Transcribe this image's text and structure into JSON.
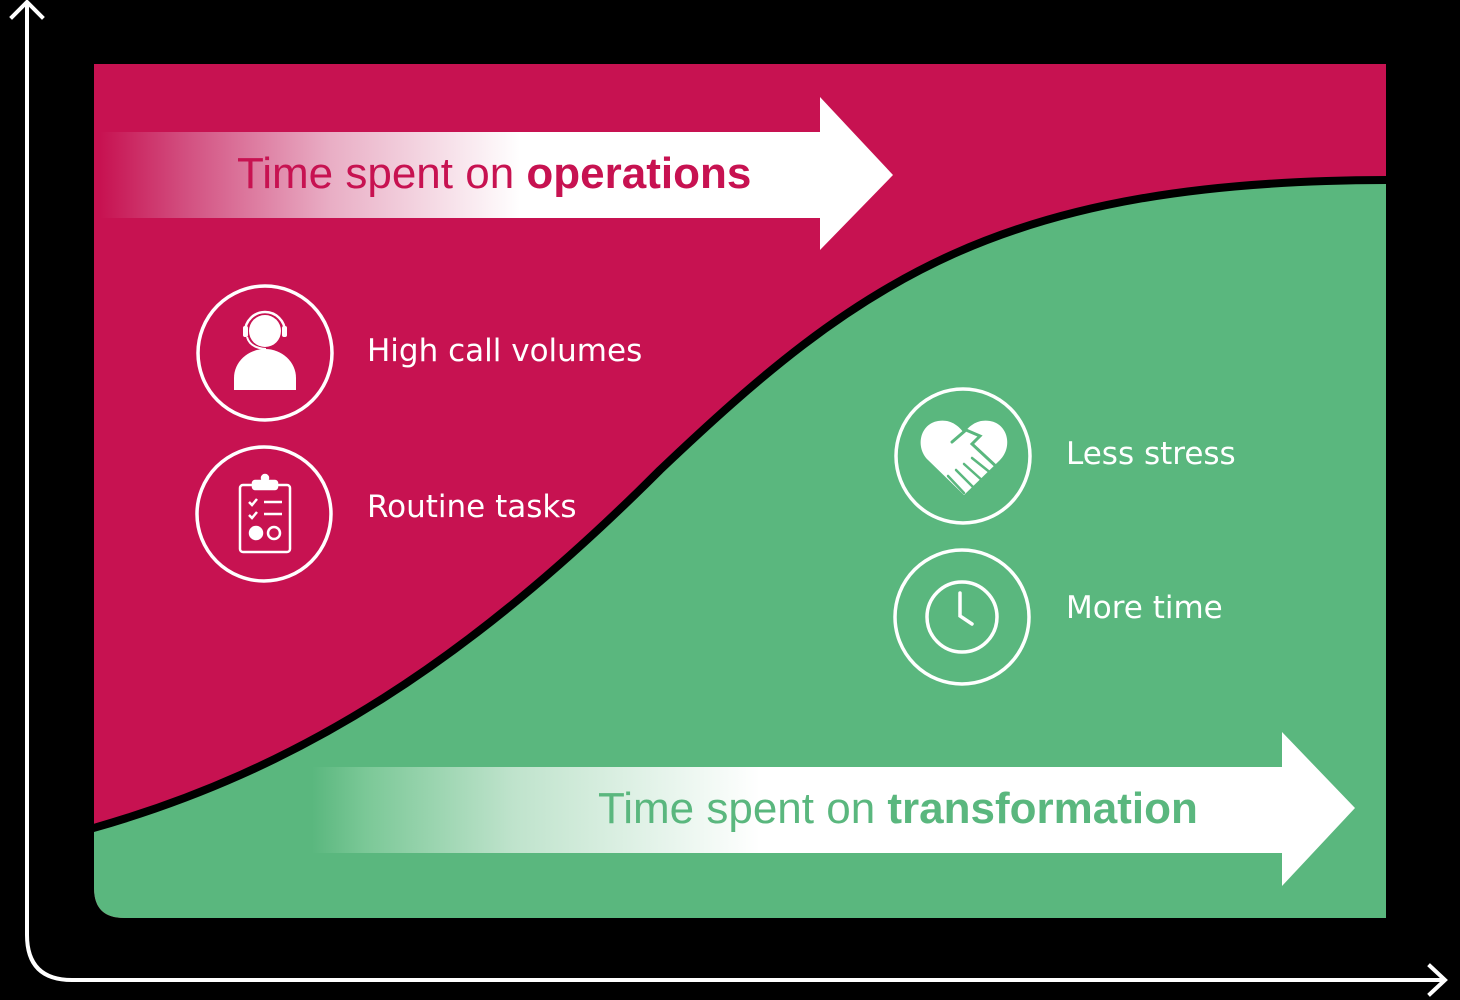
{
  "colors": {
    "background": "#000000",
    "operations": "#C71251",
    "transformation": "#5AB77E",
    "axis": "#FFFFFF",
    "curve": "#000000"
  },
  "axes": {
    "y_axis": "vertical-arrow-up",
    "x_axis": "horizontal-arrow-right"
  },
  "operations_arrow": {
    "prefix": "Time spent on ",
    "emphasis": "operations"
  },
  "transformation_arrow": {
    "prefix": "Time spent on ",
    "emphasis": "transformation"
  },
  "operations_items": [
    {
      "icon": "headset-agent-icon",
      "label": "High call volumes"
    },
    {
      "icon": "clipboard-checklist-icon",
      "label": "Routine tasks"
    }
  ],
  "transformation_items": [
    {
      "icon": "heart-handshake-icon",
      "label": "Less stress"
    },
    {
      "icon": "clock-icon",
      "label": "More time"
    }
  ]
}
